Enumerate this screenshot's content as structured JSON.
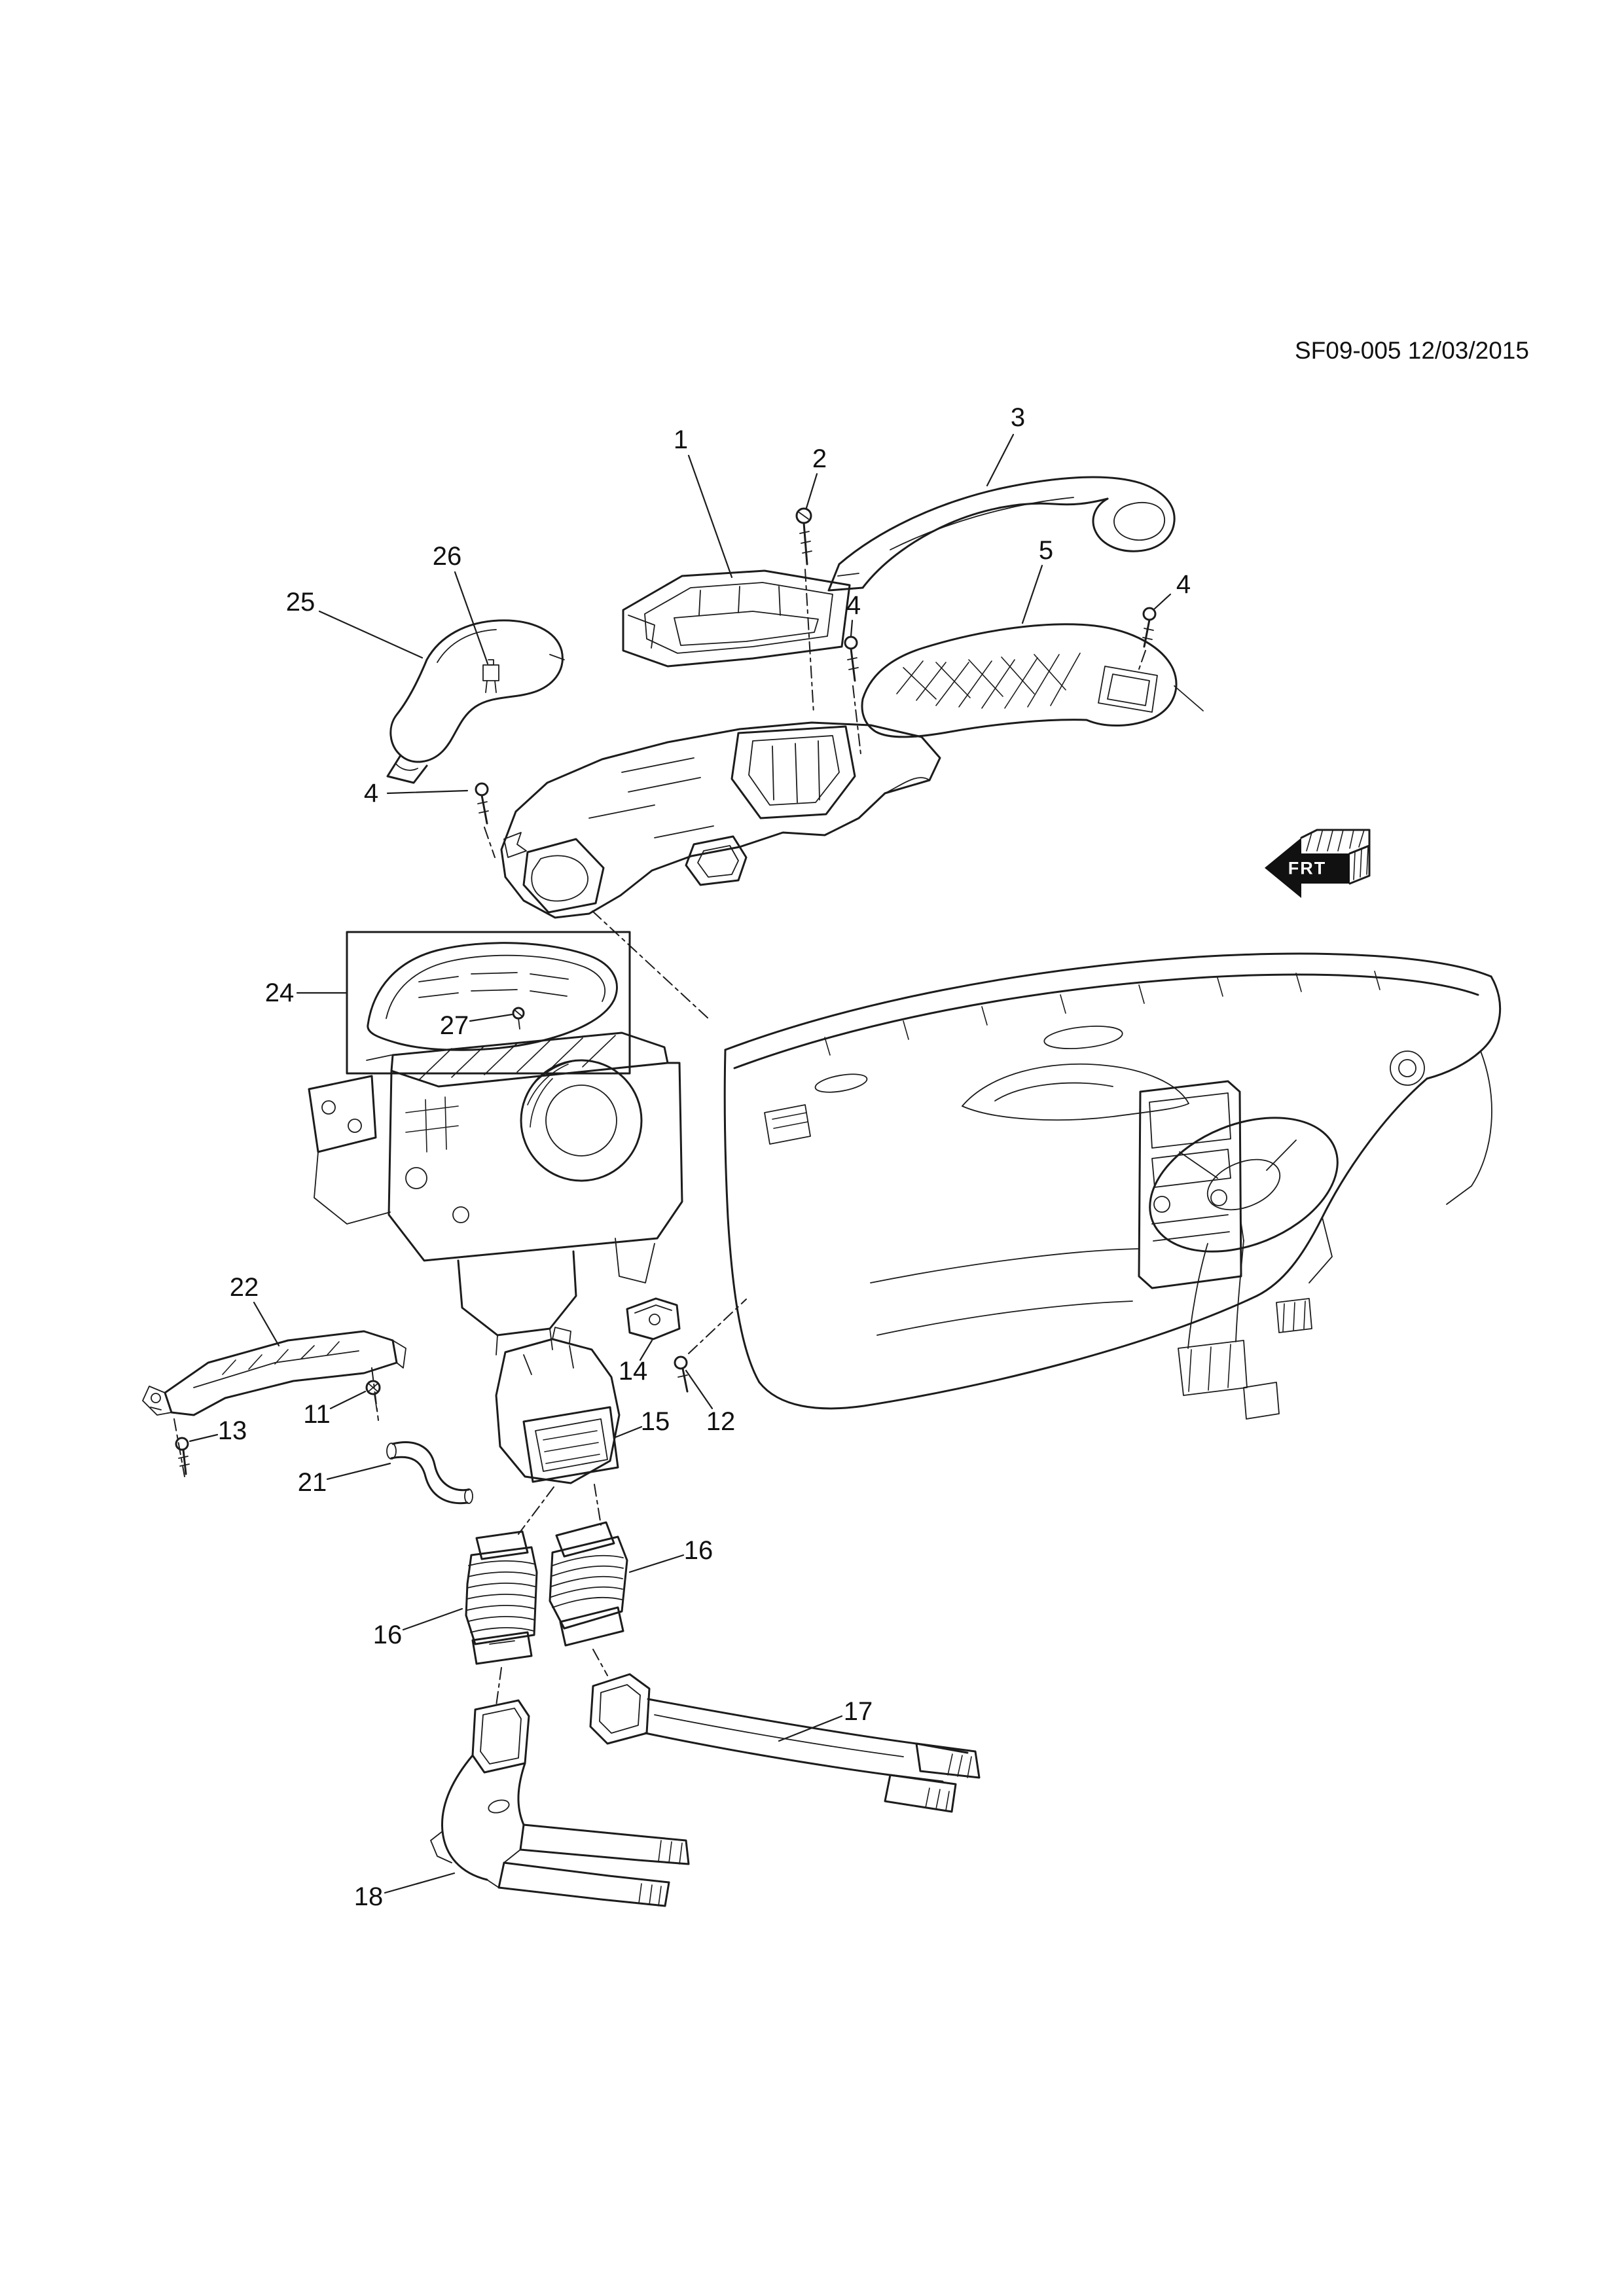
{
  "page": {
    "title": "SF09-005 12/03/2015"
  },
  "direction_indicator": {
    "label": "FRT"
  },
  "diagram": {
    "callouts": [
      {
        "label": "1"
      },
      {
        "label": "2"
      },
      {
        "label": "3"
      },
      {
        "label": "26"
      },
      {
        "label": "25"
      },
      {
        "label": "4"
      },
      {
        "label": "5"
      },
      {
        "label": "4"
      },
      {
        "label": "4"
      },
      {
        "label": "24"
      },
      {
        "label": "27"
      },
      {
        "label": "22"
      },
      {
        "label": "11"
      },
      {
        "label": "13"
      },
      {
        "label": "21"
      },
      {
        "label": "14"
      },
      {
        "label": "15"
      },
      {
        "label": "12"
      },
      {
        "label": "16"
      },
      {
        "label": "16"
      },
      {
        "label": "17"
      },
      {
        "label": "18"
      }
    ]
  }
}
